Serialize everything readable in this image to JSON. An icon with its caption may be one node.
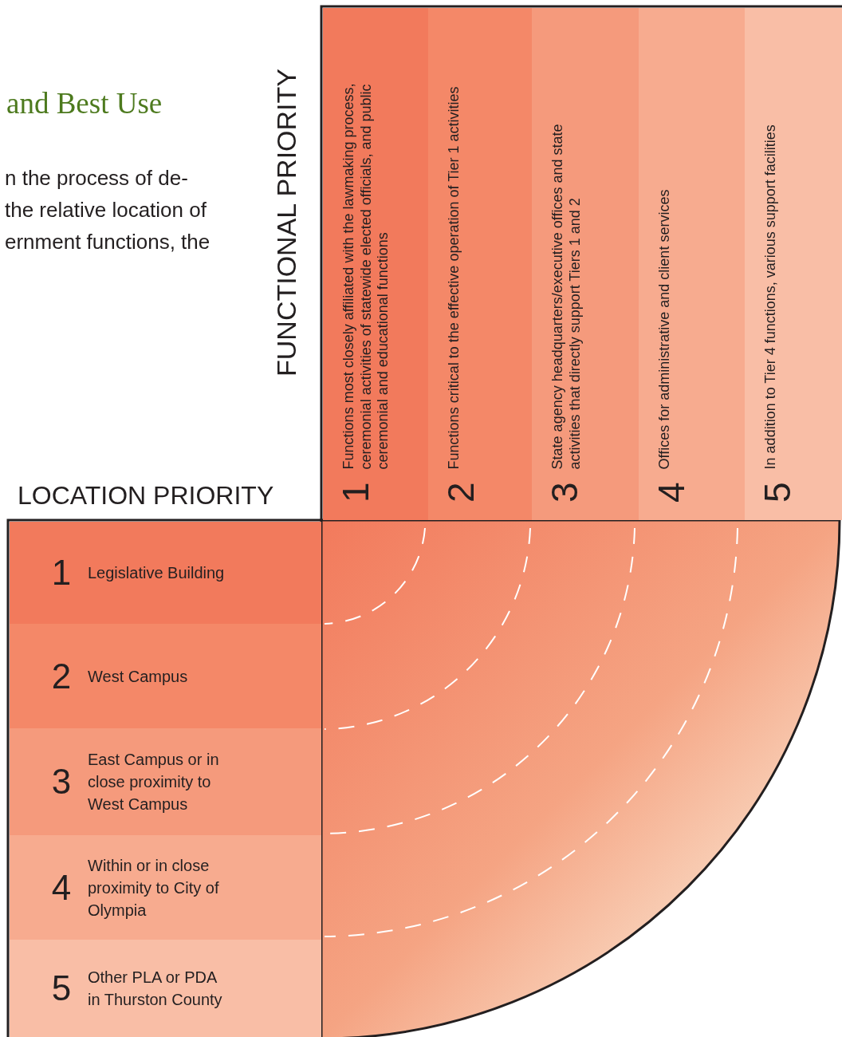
{
  "diagram": {
    "title": "and Best Use",
    "nodes": [
      {
        "text": [
          "1",
          "Functions most closely affiliated with the lawmaking process, ceremonial activities of statewide elected officials, and public ceremonial and educational functions"
        ]
      },
      {
        "text": [
          "2",
          "Functions critical to the effective operation of Tier 1 activities"
        ]
      },
      {
        "text": [
          "3",
          "State agency headquarters/executive offices and state activities that directly support Tiers 1 and 2"
        ]
      },
      {
        "text": [
          "4",
          "Offices for administrative and client services"
        ]
      },
      {
        "text": [
          "5",
          "In addition to Tier 4 functions, various support facilities"
        ]
      },
      {
        "text": [
          "1",
          "Legislative Building"
        ]
      },
      {
        "text": [
          "2",
          "West Campus"
        ]
      },
      {
        "text": [
          "3",
          "East Campus or in close proximity to West Campus"
        ]
      },
      {
        "text": [
          "4",
          "Within or in close proximity to City of Olympia"
        ]
      },
      {
        "text": [
          "5",
          "Other PLA or PDA in Thurston County"
        ]
      }
    ],
    "labels": [
      "n the process of de-",
      "the relative location of",
      "ernment functions, the",
      "FUNCTIONAL PRIORITY",
      "LOCATION PRIORITY"
    ]
  }
}
